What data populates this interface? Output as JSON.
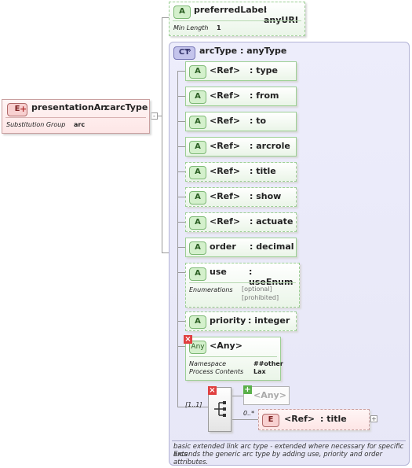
{
  "root_element": {
    "badge": "E",
    "name": "presentationArc",
    "type": ": arcType",
    "prop_label": "Substitution Group",
    "prop_value": "arc"
  },
  "preferred_label": {
    "badge": "A",
    "name": "preferredLabel",
    "type": ": anyURI",
    "prop_label": "Min Length",
    "prop_value": "1"
  },
  "complex_type": {
    "badge": "CT",
    "name": "arcType",
    "type": ": anyType"
  },
  "attributes": [
    {
      "badge": "A",
      "name": "<Ref>",
      "type": ": type"
    },
    {
      "badge": "A",
      "name": "<Ref>",
      "type": ": from"
    },
    {
      "badge": "A",
      "name": "<Ref>",
      "type": ": to"
    },
    {
      "badge": "A",
      "name": "<Ref>",
      "type": ": arcrole"
    },
    {
      "badge": "A",
      "name": "<Ref>",
      "type": ": title"
    },
    {
      "badge": "A",
      "name": "<Ref>",
      "type": ": show"
    },
    {
      "badge": "A",
      "name": "<Ref>",
      "type": ": actuate"
    },
    {
      "badge": "A",
      "name": "order",
      "type": ": decimal"
    }
  ],
  "use_attr": {
    "badge": "A",
    "name": "use",
    "type": ": useEnum",
    "prop_label": "Enumerations",
    "values": [
      "[optional]",
      "[prohibited]"
    ]
  },
  "priority_attr": {
    "badge": "A",
    "name": "priority",
    "type": ": integer"
  },
  "any_attr": {
    "badge": "Any",
    "name": "<Any>",
    "namespace_label": "Namespace",
    "namespace_value": "##other",
    "process_label": "Process Contents",
    "process_value": "Lax"
  },
  "sequence": {
    "multiplicity": "[1..1]",
    "any_element": "<Any>",
    "ref_multiplicity": "0..*",
    "ref_badge": "E",
    "ref_name": "<Ref>",
    "ref_type": ": title"
  },
  "documentation": [
    "basic extended link arc type - extended where necessary for specific arcs",
    "Extends the generic arc type by adding use, priority and order attributes."
  ]
}
